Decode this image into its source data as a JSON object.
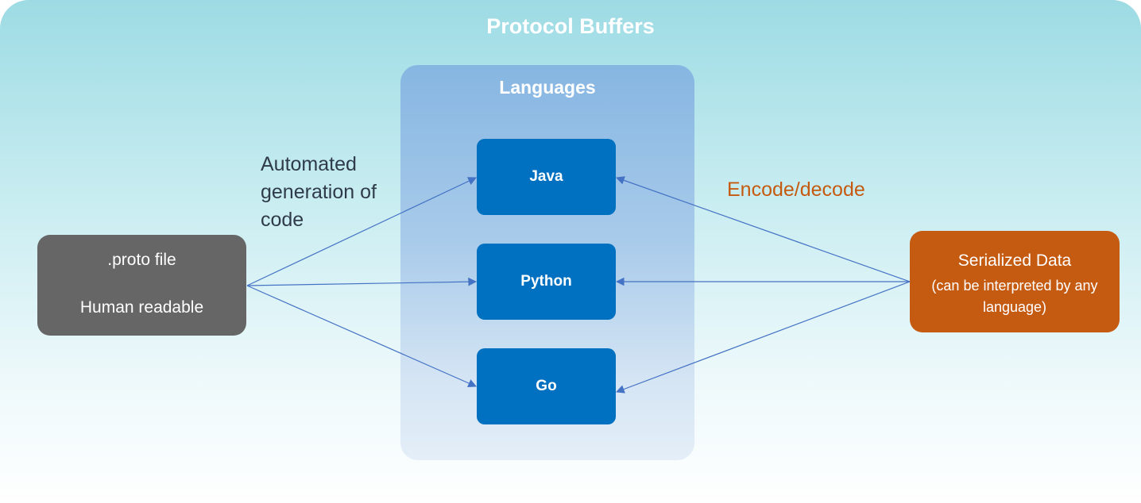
{
  "title": "Protocol Buffers",
  "languages": {
    "title": "Languages",
    "items": [
      "Java",
      "Python",
      "Go"
    ]
  },
  "proto": {
    "name": ".proto file",
    "description": "Human readable"
  },
  "serialized": {
    "name": "Serialized Data",
    "description": "(can be interpreted by any language)"
  },
  "labels": {
    "generation": "Automated generation of code",
    "encode": "Encode/decode"
  },
  "colors": {
    "proto_box": "#666666",
    "language_box": "#0070c0",
    "serialized_box": "#c55a11",
    "arrow": "#4472c4"
  }
}
